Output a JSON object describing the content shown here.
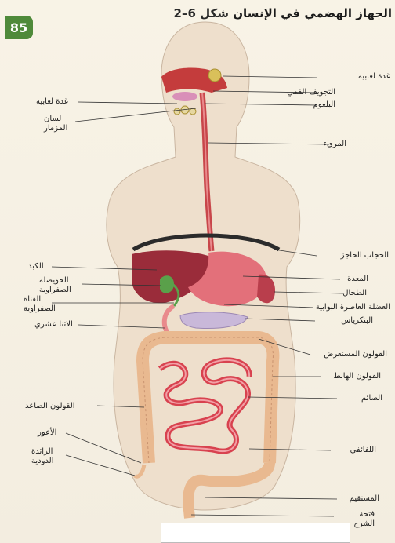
{
  "page_number": "85",
  "title": {
    "figure": "شكل 6–2",
    "caption": "الجهاز الهضمي في الإنسان"
  },
  "labels_right": [
    "غدة لعابية",
    "التجويف الفمي",
    "البلعوم",
    "المريء",
    "الحجاب الحاجز",
    "المعدة",
    "الطحال",
    "العضلة العاصرة البوابية",
    "البنكرياس",
    "القولون المستعرض",
    "القولون الهابط",
    "الصائم",
    "اللفائفي",
    "المستقيم",
    "فتحة الشرج"
  ],
  "labels_left": [
    "غدة لعابية",
    "لسان المزمار",
    "الكبد",
    "الحويصلة الصفراوية",
    "القناة الصفراوية",
    "الاثنا عشري",
    "القولون الصاعد",
    "الأعور",
    "الزائدة الدودية"
  ]
}
